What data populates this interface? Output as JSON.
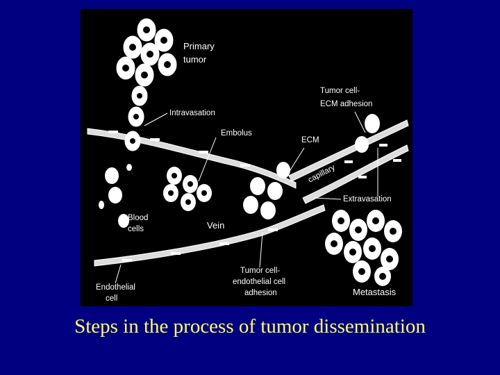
{
  "colors": {
    "background": "#000080",
    "figure": "#000000",
    "caption": "#ffff66",
    "cells": "#ffffff"
  },
  "labels": {
    "primary_tumor": [
      "Primary",
      "tumor"
    ],
    "intravasation": "Intravasation",
    "embolus": "Embolus",
    "ecm": "ECM",
    "tumor_cell_ecm_adhesion": [
      "Tumor cell-",
      "ECM adhesion"
    ],
    "capillary": "capillary",
    "extravasation": "Extravasation",
    "blood_cells": [
      "Blood",
      "cells"
    ],
    "vein": "Vein",
    "tumor_cell_endothelial_adhesion": [
      "Tumor cell-",
      "endothelial cell",
      "adhesion"
    ],
    "endothelial_cell": [
      "Endothelial",
      "cell"
    ],
    "metastasis": "Metastasis"
  },
  "caption": "Steps in the process of tumor dissemination"
}
